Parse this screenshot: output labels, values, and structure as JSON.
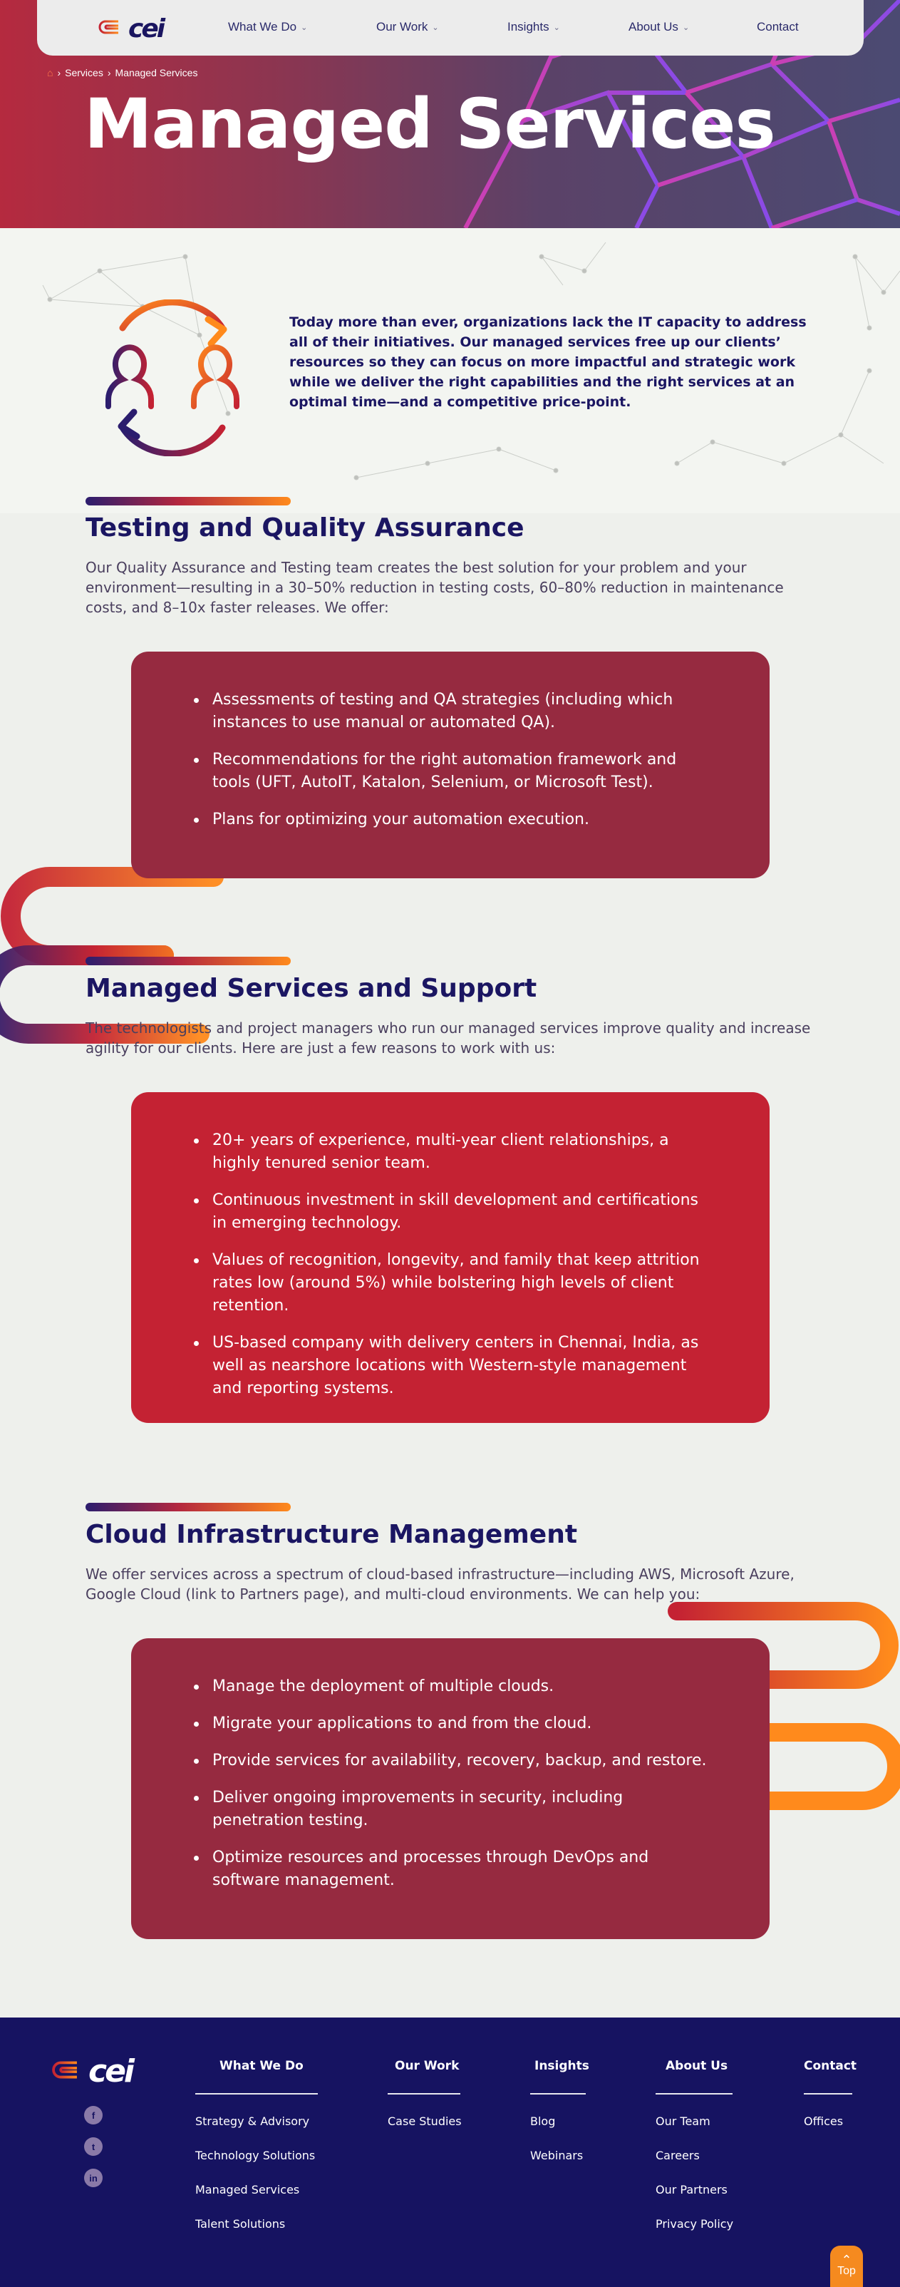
{
  "header": {
    "logo_text": "cei",
    "nav": [
      {
        "label": "What We Do",
        "has_dropdown": true
      },
      {
        "label": "Our Work",
        "has_dropdown": true
      },
      {
        "label": "Insights",
        "has_dropdown": true
      },
      {
        "label": "About Us",
        "has_dropdown": true
      },
      {
        "label": "Contact",
        "has_dropdown": false
      }
    ],
    "caret": "⌄",
    "breadcrumb": {
      "home_icon": "home-icon",
      "separator": "›",
      "items": [
        "Services",
        "Managed Services"
      ]
    },
    "title": "Managed Services"
  },
  "intro": {
    "text": "Today more than ever, organizations lack the IT capacity to address all of their initiatives. Our managed services free up our clients’ resources so they can focus on more impactful and strategic work while we deliver the right capabilities and the right services at an optimal time—and a competitive price-point."
  },
  "sections": [
    {
      "title": "Testing and Quality Assurance",
      "description": "Our Quality Assurance and Testing team creates the best solution for your problem and your environment—resulting in a 30–50% reduction in testing costs, 60–80% reduction in maintenance costs, and 8–10x faster releases. We offer:",
      "items": [
        "Assessments of testing and QA strategies (including which instances to use manual or automated QA).",
        "Recommendations for the right automation framework and tools (UFT, AutoIT, Katalon, Selenium, or Microsoft Test).",
        "Plans for optimizing your automation execution."
      ]
    },
    {
      "title": "Managed Services and Support",
      "description": "The technologists and project managers who run our managed services improve quality and increase agility for our clients. Here are just a few reasons to work with us:",
      "items": [
        "20+ years of experience, multi-year client relationships, a highly tenured senior team.",
        "Continuous investment in skill development and certifications in emerging technology.",
        "Values of recognition, longevity, and family that keep attrition rates low (around 5%) while bolstering high levels of client retention.",
        "US-based company with delivery centers in Chennai, India, as well as nearshore locations with Western-style management and reporting systems."
      ]
    },
    {
      "title": "Cloud Infrastructure Management",
      "description": "We offer services across a spectrum of cloud-based infrastructure—including AWS, Microsoft Azure, Google Cloud (link to Partners page), and multi-cloud environments. We can help you:",
      "items": [
        "Manage the deployment of multiple clouds.",
        "Migrate your applications to and from the cloud.",
        "Provide services for availability, recovery, backup, and restore.",
        "Deliver ongoing improvements in security, including penetration testing.",
        "Optimize resources and processes through DevOps and software management."
      ]
    }
  ],
  "footer": {
    "logo_text": "cei",
    "social": [
      {
        "icon": "facebook-icon",
        "glyph": "f"
      },
      {
        "icon": "twitter-icon",
        "glyph": "t"
      },
      {
        "icon": "linkedin-icon",
        "glyph": "in"
      }
    ],
    "columns": [
      {
        "title": "What We Do",
        "links": [
          "Strategy & Advisory",
          "Technology Solutions",
          "Managed Services",
          "Talent Solutions"
        ]
      },
      {
        "title": "Our Work",
        "links": [
          "Case Studies"
        ]
      },
      {
        "title": "Insights",
        "links": [
          "Blog",
          "Webinars"
        ]
      },
      {
        "title": "About Us",
        "links": [
          "Our Team",
          "Careers",
          "Our Partners",
          "Privacy Policy"
        ]
      },
      {
        "title": "Contact",
        "links": [
          "Offices"
        ]
      }
    ],
    "top_button": "Top"
  },
  "colors": {
    "navy": "#1b1662",
    "card_maroon": "#962a40",
    "card_red": "#c42233",
    "accent_orange": "#ff8a1c",
    "footer_bg": "#161361"
  }
}
